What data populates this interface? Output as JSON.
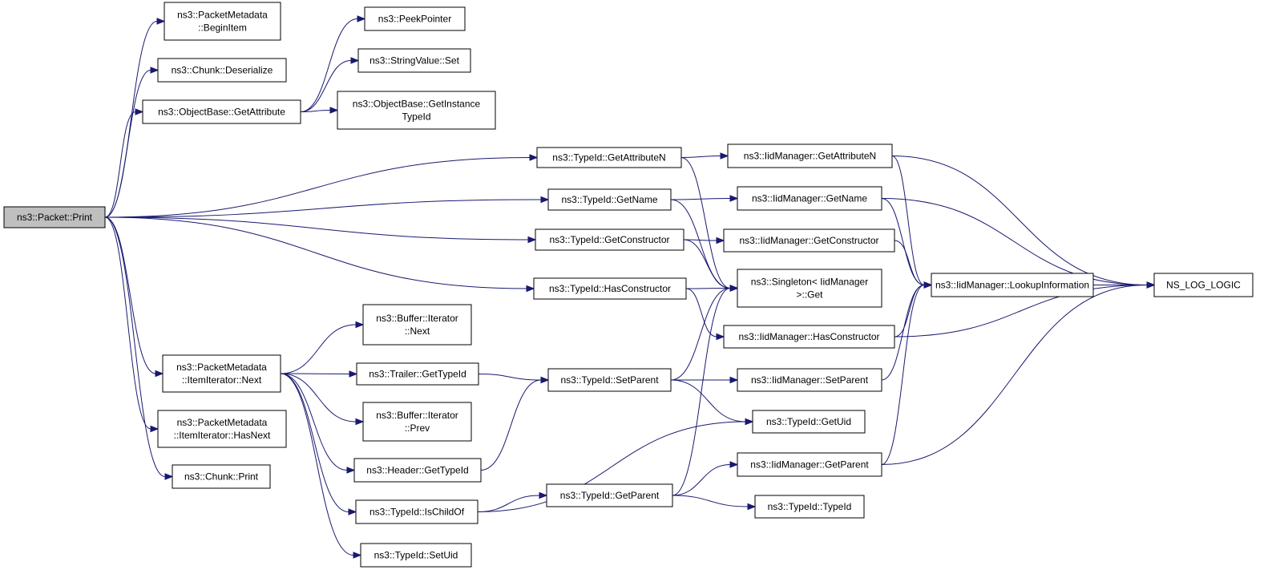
{
  "nodes": [
    {
      "id": "packet_print",
      "lines": [
        "ns3::Packet::Print"
      ],
      "root": true
    },
    {
      "id": "pm_begin_item",
      "lines": [
        "ns3::PacketMetadata",
        "::BeginItem"
      ]
    },
    {
      "id": "chunk_deserialize",
      "lines": [
        "ns3::Chunk::Deserialize"
      ]
    },
    {
      "id": "objectbase_getattribute",
      "lines": [
        "ns3::ObjectBase::GetAttribute"
      ]
    },
    {
      "id": "peekpointer",
      "lines": [
        "ns3::PeekPointer"
      ]
    },
    {
      "id": "stringvalue_set",
      "lines": [
        "ns3::StringValue::Set"
      ]
    },
    {
      "id": "objectbase_getinstancetypeid",
      "lines": [
        "ns3::ObjectBase::GetInstance",
        "TypeId"
      ]
    },
    {
      "id": "typeid_getattributen",
      "lines": [
        "ns3::TypeId::GetAttributeN"
      ]
    },
    {
      "id": "typeid_getname",
      "lines": [
        "ns3::TypeId::GetName"
      ]
    },
    {
      "id": "typeid_getconstructor",
      "lines": [
        "ns3::TypeId::GetConstructor"
      ]
    },
    {
      "id": "typeid_hasconstructor",
      "lines": [
        "ns3::TypeId::HasConstructor"
      ]
    },
    {
      "id": "iidmanager_getattributen",
      "lines": [
        "ns3::IidManager::GetAttributeN"
      ]
    },
    {
      "id": "iidmanager_getname",
      "lines": [
        "ns3::IidManager::GetName"
      ]
    },
    {
      "id": "iidmanager_getconstructor",
      "lines": [
        "ns3::IidManager::GetConstructor"
      ]
    },
    {
      "id": "singleton_get",
      "lines": [
        "ns3::Singleton< IidManager",
        ">::Get"
      ]
    },
    {
      "id": "iidmanager_hasconstructor",
      "lines": [
        "ns3::IidManager::HasConstructor"
      ]
    },
    {
      "id": "iidmanager_lookupinformation",
      "lines": [
        "ns3::IidManager::LookupInformation"
      ]
    },
    {
      "id": "ns_log_logic",
      "lines": [
        "NS_LOG_LOGIC"
      ]
    },
    {
      "id": "pm_itemiterator_next",
      "lines": [
        "ns3::PacketMetadata",
        "::ItemIterator::Next"
      ]
    },
    {
      "id": "buffer_iterator_next",
      "lines": [
        "ns3::Buffer::Iterator",
        "::Next"
      ]
    },
    {
      "id": "trailer_gettypeid",
      "lines": [
        "ns3::Trailer::GetTypeId"
      ]
    },
    {
      "id": "buffer_iterator_prev",
      "lines": [
        "ns3::Buffer::Iterator",
        "::Prev"
      ]
    },
    {
      "id": "header_gettypeid",
      "lines": [
        "ns3::Header::GetTypeId"
      ]
    },
    {
      "id": "typeid_ischildof",
      "lines": [
        "ns3::TypeId::IsChildOf"
      ]
    },
    {
      "id": "typeid_setuid",
      "lines": [
        "ns3::TypeId::SetUid"
      ]
    },
    {
      "id": "typeid_setparent",
      "lines": [
        "ns3::TypeId::SetParent"
      ]
    },
    {
      "id": "iidmanager_setparent",
      "lines": [
        "ns3::IidManager::SetParent"
      ]
    },
    {
      "id": "typeid_getuid",
      "lines": [
        "ns3::TypeId::GetUid"
      ]
    },
    {
      "id": "iidmanager_getparent",
      "lines": [
        "ns3::IidManager::GetParent"
      ]
    },
    {
      "id": "typeid_getparent",
      "lines": [
        "ns3::TypeId::GetParent"
      ]
    },
    {
      "id": "typeid_typeid",
      "lines": [
        "ns3::TypeId::TypeId"
      ]
    },
    {
      "id": "pm_itemiterator_hasnext",
      "lines": [
        "ns3::PacketMetadata",
        "::ItemIterator::HasNext"
      ]
    },
    {
      "id": "chunk_print",
      "lines": [
        "ns3::Chunk::Print"
      ]
    }
  ],
  "edges": [
    {
      "from": "packet_print",
      "to": "pm_begin_item"
    },
    {
      "from": "packet_print",
      "to": "chunk_deserialize"
    },
    {
      "from": "packet_print",
      "to": "objectbase_getattribute"
    },
    {
      "from": "packet_print",
      "to": "typeid_getattributen"
    },
    {
      "from": "packet_print",
      "to": "typeid_getname"
    },
    {
      "from": "packet_print",
      "to": "typeid_getconstructor"
    },
    {
      "from": "packet_print",
      "to": "typeid_hasconstructor"
    },
    {
      "from": "packet_print",
      "to": "pm_itemiterator_next"
    },
    {
      "from": "packet_print",
      "to": "pm_itemiterator_hasnext"
    },
    {
      "from": "packet_print",
      "to": "chunk_print"
    },
    {
      "from": "objectbase_getattribute",
      "to": "peekpointer"
    },
    {
      "from": "objectbase_getattribute",
      "to": "stringvalue_set"
    },
    {
      "from": "objectbase_getattribute",
      "to": "objectbase_getinstancetypeid"
    },
    {
      "from": "typeid_getattributen",
      "to": "iidmanager_getattributen"
    },
    {
      "from": "typeid_getattributen",
      "to": "singleton_get"
    },
    {
      "from": "typeid_getname",
      "to": "iidmanager_getname"
    },
    {
      "from": "typeid_getname",
      "to": "singleton_get"
    },
    {
      "from": "typeid_getconstructor",
      "to": "iidmanager_getconstructor"
    },
    {
      "from": "typeid_getconstructor",
      "to": "singleton_get"
    },
    {
      "from": "typeid_hasconstructor",
      "to": "singleton_get"
    },
    {
      "from": "typeid_hasconstructor",
      "to": "iidmanager_hasconstructor"
    },
    {
      "from": "iidmanager_getattributen",
      "to": "iidmanager_lookupinformation"
    },
    {
      "from": "iidmanager_getattributen",
      "to": "ns_log_logic"
    },
    {
      "from": "iidmanager_getname",
      "to": "iidmanager_lookupinformation"
    },
    {
      "from": "iidmanager_getname",
      "to": "ns_log_logic"
    },
    {
      "from": "iidmanager_getconstructor",
      "to": "iidmanager_lookupinformation"
    },
    {
      "from": "iidmanager_hasconstructor",
      "to": "iidmanager_lookupinformation"
    },
    {
      "from": "iidmanager_hasconstructor",
      "to": "ns_log_logic"
    },
    {
      "from": "iidmanager_lookupinformation",
      "to": "ns_log_logic"
    },
    {
      "from": "pm_itemiterator_next",
      "to": "buffer_iterator_next"
    },
    {
      "from": "pm_itemiterator_next",
      "to": "trailer_gettypeid"
    },
    {
      "from": "pm_itemiterator_next",
      "to": "buffer_iterator_prev"
    },
    {
      "from": "pm_itemiterator_next",
      "to": "header_gettypeid"
    },
    {
      "from": "pm_itemiterator_next",
      "to": "typeid_ischildof"
    },
    {
      "from": "pm_itemiterator_next",
      "to": "typeid_setuid"
    },
    {
      "from": "trailer_gettypeid",
      "to": "typeid_setparent"
    },
    {
      "from": "header_gettypeid",
      "to": "typeid_setparent"
    },
    {
      "from": "typeid_setparent",
      "to": "singleton_get"
    },
    {
      "from": "typeid_setparent",
      "to": "iidmanager_setparent"
    },
    {
      "from": "typeid_setparent",
      "to": "typeid_getuid"
    },
    {
      "from": "iidmanager_setparent",
      "to": "iidmanager_lookupinformation"
    },
    {
      "from": "typeid_ischildof",
      "to": "typeid_getuid"
    },
    {
      "from": "typeid_ischildof",
      "to": "typeid_getparent"
    },
    {
      "from": "typeid_getparent",
      "to": "singleton_get"
    },
    {
      "from": "typeid_getparent",
      "to": "iidmanager_getparent"
    },
    {
      "from": "typeid_getparent",
      "to": "typeid_typeid"
    },
    {
      "from": "iidmanager_getparent",
      "to": "iidmanager_lookupinformation"
    },
    {
      "from": "iidmanager_getparent",
      "to": "ns_log_logic"
    }
  ]
}
